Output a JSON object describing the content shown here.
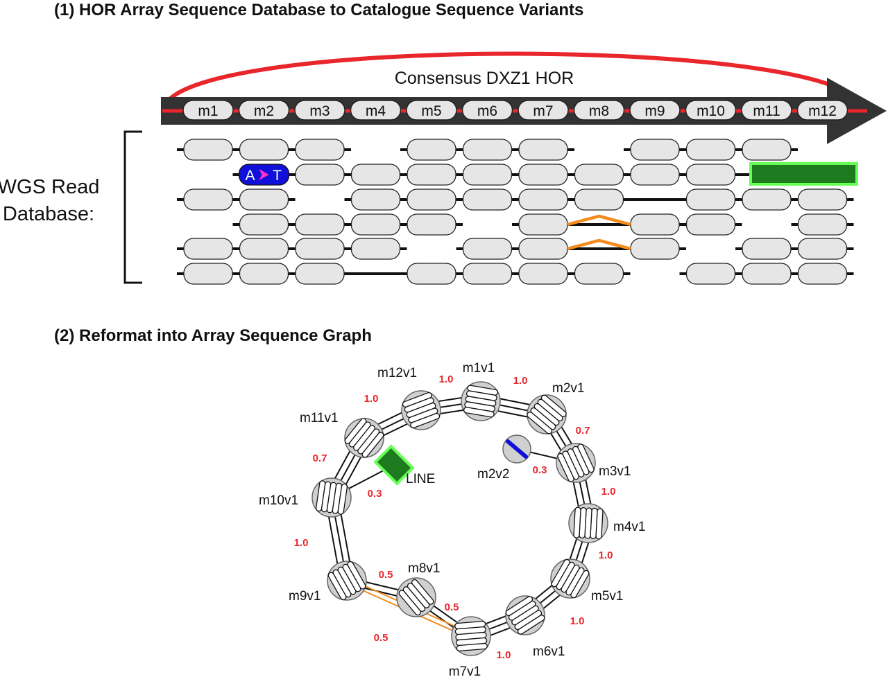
{
  "section1": {
    "title": "(1)  HOR Array Sequence Database to Catalogue Sequence Variants",
    "consensus_label": "Consensus DXZ1 HOR",
    "monomers": [
      "m1",
      "m2",
      "m3",
      "m4",
      "m5",
      "m6",
      "m7",
      "m8",
      "m9",
      "m10",
      "m11",
      "m12"
    ],
    "wgs_label_line1": "WGS Read",
    "wgs_label_line2": "Database:",
    "snp_from": "A",
    "snp_to": "T",
    "reads": [
      [
        1,
        3,
        [
          1,
          2,
          3
        ]
      ],
      [
        5,
        7,
        [
          5,
          6,
          7
        ]
      ],
      [
        9,
        11,
        [
          9,
          10,
          11
        ]
      ],
      [
        2,
        11,
        [
          2,
          3,
          4,
          5,
          6,
          7,
          8,
          9,
          10
        ]
      ],
      [
        1,
        2,
        [
          1,
          2
        ]
      ],
      [
        4,
        12,
        [
          4,
          5,
          6,
          7,
          8,
          10,
          11,
          12
        ]
      ],
      [
        2,
        5,
        [
          2,
          3,
          4,
          5
        ]
      ],
      [
        7,
        10,
        [
          7,
          9,
          10
        ]
      ],
      [
        12,
        12,
        [
          12
        ]
      ],
      [
        1,
        4,
        [
          1,
          2,
          3,
          4
        ]
      ],
      [
        6,
        9,
        [
          6,
          7,
          9
        ]
      ],
      [
        11,
        12,
        [
          11,
          12
        ]
      ],
      [
        1,
        8,
        [
          1,
          2,
          3,
          5,
          6,
          7,
          8
        ]
      ],
      [
        10,
        12,
        [
          10,
          11,
          12
        ]
      ]
    ],
    "colors": {
      "arrow": "#333333",
      "loop": "#e8262b",
      "snp": "#1010d8",
      "snp_arrow": "#ff33cc",
      "line_element": "#1e7a1e",
      "line_glow": "#66ff55",
      "deletion": "#f28c1c"
    }
  },
  "section2": {
    "title": "(2) Reformat into Array Sequence Graph",
    "nodes": [
      {
        "id": "m1v1",
        "label": "m1v1"
      },
      {
        "id": "m2v1",
        "label": "m2v1"
      },
      {
        "id": "m3v1",
        "label": "m3v1"
      },
      {
        "id": "m4v1",
        "label": "m4v1"
      },
      {
        "id": "m5v1",
        "label": "m5v1"
      },
      {
        "id": "m6v1",
        "label": "m6v1"
      },
      {
        "id": "m7v1",
        "label": "m7v1"
      },
      {
        "id": "m8v1",
        "label": "m8v1"
      },
      {
        "id": "m9v1",
        "label": "m9v1"
      },
      {
        "id": "m10v1",
        "label": "m10v1"
      },
      {
        "id": "m11v1",
        "label": "m11v1"
      },
      {
        "id": "m12v1",
        "label": "m12v1"
      },
      {
        "id": "m2v2",
        "label": "m2v2"
      },
      {
        "id": "LINE",
        "label": "LINE"
      }
    ],
    "edges": [
      {
        "from": "m12v1",
        "to": "m1v1",
        "weight": "1.0"
      },
      {
        "from": "m1v1",
        "to": "m2v1",
        "weight": "1.0"
      },
      {
        "from": "m2v1",
        "to": "m3v1",
        "weight": "0.7"
      },
      {
        "from": "m2v2",
        "to": "m3v1",
        "weight": "0.3"
      },
      {
        "from": "m3v1",
        "to": "m4v1",
        "weight": "1.0"
      },
      {
        "from": "m4v1",
        "to": "m5v1",
        "weight": "1.0"
      },
      {
        "from": "m5v1",
        "to": "m6v1",
        "weight": "1.0"
      },
      {
        "from": "m6v1",
        "to": "m7v1",
        "weight": "1.0"
      },
      {
        "from": "m7v1",
        "to": "m8v1",
        "weight": "0.5"
      },
      {
        "from": "m8v1",
        "to": "m9v1",
        "weight": "0.5"
      },
      {
        "from": "m7v1",
        "to": "m9v1",
        "weight": "0.5"
      },
      {
        "from": "m9v1",
        "to": "m10v1",
        "weight": "1.0"
      },
      {
        "from": "m10v1",
        "to": "LINE",
        "weight": "0.3"
      },
      {
        "from": "m10v1",
        "to": "m11v1",
        "weight": "0.7"
      },
      {
        "from": "m11v1",
        "to": "m12v1",
        "weight": "1.0"
      }
    ]
  }
}
